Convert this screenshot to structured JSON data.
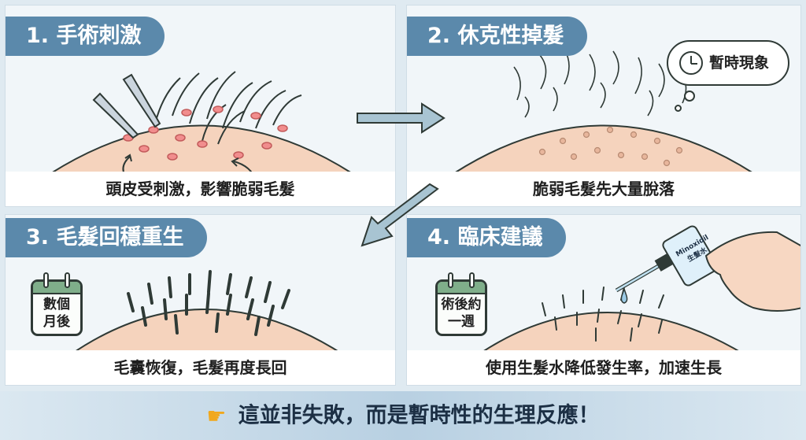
{
  "panels": [
    {
      "title": "1. 手術刺激",
      "caption": "頭皮受刺激，影響脆弱毛髮"
    },
    {
      "title": "2. 休克性掉髮",
      "caption": "脆弱毛髮先大量脫落",
      "bubble": "暫時現象",
      "bubble_icon": "clock-icon"
    },
    {
      "title": "3. 毛髮回穩重生",
      "caption": "毛囊恢復，毛髮再度長回",
      "calendar": "數個\n月後"
    },
    {
      "title": "4. 臨床建議",
      "caption": "使用生髮水降低發生率，加速生長",
      "calendar": "術後約\n一週",
      "bottle_label": "Minoxidil\n生髮水"
    }
  ],
  "footer": {
    "icon": "pointing-hand-icon",
    "text": "這並非失敗，而是暫時性的生理反應！"
  },
  "colors": {
    "title_tab": "#5b89ab",
    "scalp": "#f5d3bd",
    "arrow": "#a8c4d2",
    "calendar_header": "#7fae8a"
  }
}
